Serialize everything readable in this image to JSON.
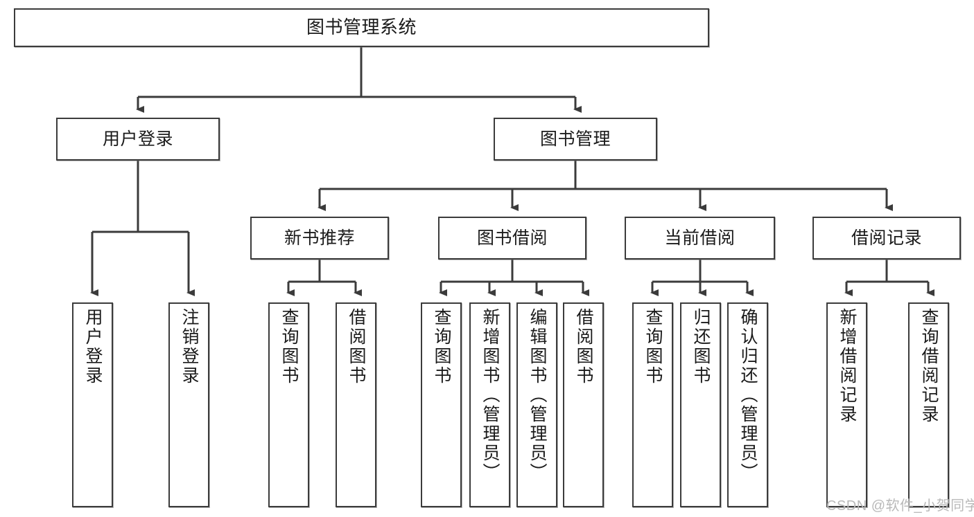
{
  "diagram": {
    "type": "hierarchy-tree",
    "title": "图书管理系统",
    "root": {
      "label": "图书管理系统"
    },
    "level2": [
      {
        "label": "用户登录"
      },
      {
        "label": "图书管理"
      }
    ],
    "level3": [
      {
        "label": "新书推荐"
      },
      {
        "label": "图书借阅"
      },
      {
        "label": "当前借阅"
      },
      {
        "label": "借阅记录"
      }
    ],
    "leaves": {
      "user_login": [
        {
          "label": "用户登录"
        },
        {
          "label": "注销登录"
        }
      ],
      "new_book_recommend": [
        {
          "label": "查询图书"
        },
        {
          "label": "借阅图书"
        }
      ],
      "book_borrow": [
        {
          "label": "查询图书"
        },
        {
          "label": "新增图书（管理员）"
        },
        {
          "label": "编辑图书（管理员）"
        },
        {
          "label": "借阅图书"
        }
      ],
      "current_borrow": [
        {
          "label": "查询图书"
        },
        {
          "label": "归还图书"
        },
        {
          "label": "确认归还（管理员）"
        }
      ],
      "borrow_record": [
        {
          "label": "新增借阅记录"
        },
        {
          "label": "查询借阅记录"
        }
      ]
    },
    "watermark": "CSDN @软件_小贺同学",
    "colors": {
      "stroke": "#3b3b3b",
      "fill": "#ffffff",
      "text": "#1a1a1a",
      "watermark": "#b9b9b9"
    }
  }
}
